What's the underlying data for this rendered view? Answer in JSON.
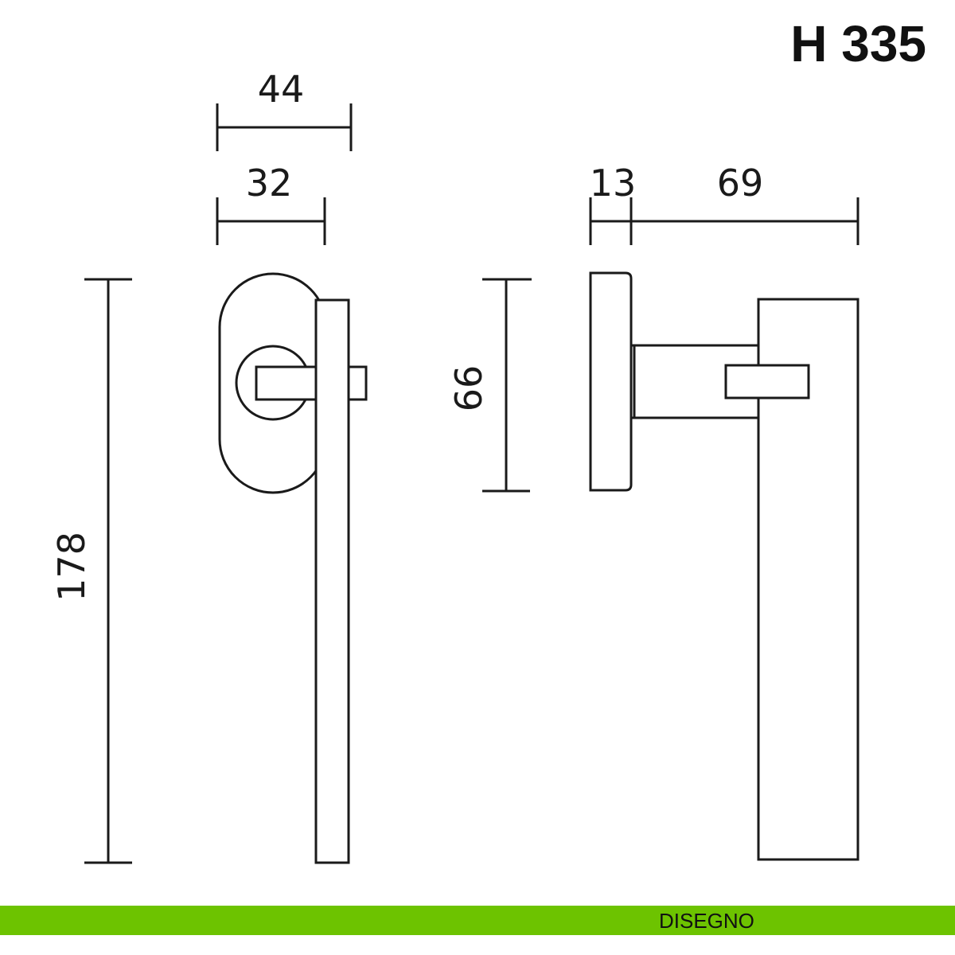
{
  "title": "H 335",
  "footer": {
    "label": "DISEGNO",
    "color": "#6dc300"
  },
  "dimensions": {
    "front_width_total": "44",
    "front_rose_width": "32",
    "rose_depth": "13",
    "projection": "69",
    "total_height": "178",
    "rose_height": "66"
  }
}
